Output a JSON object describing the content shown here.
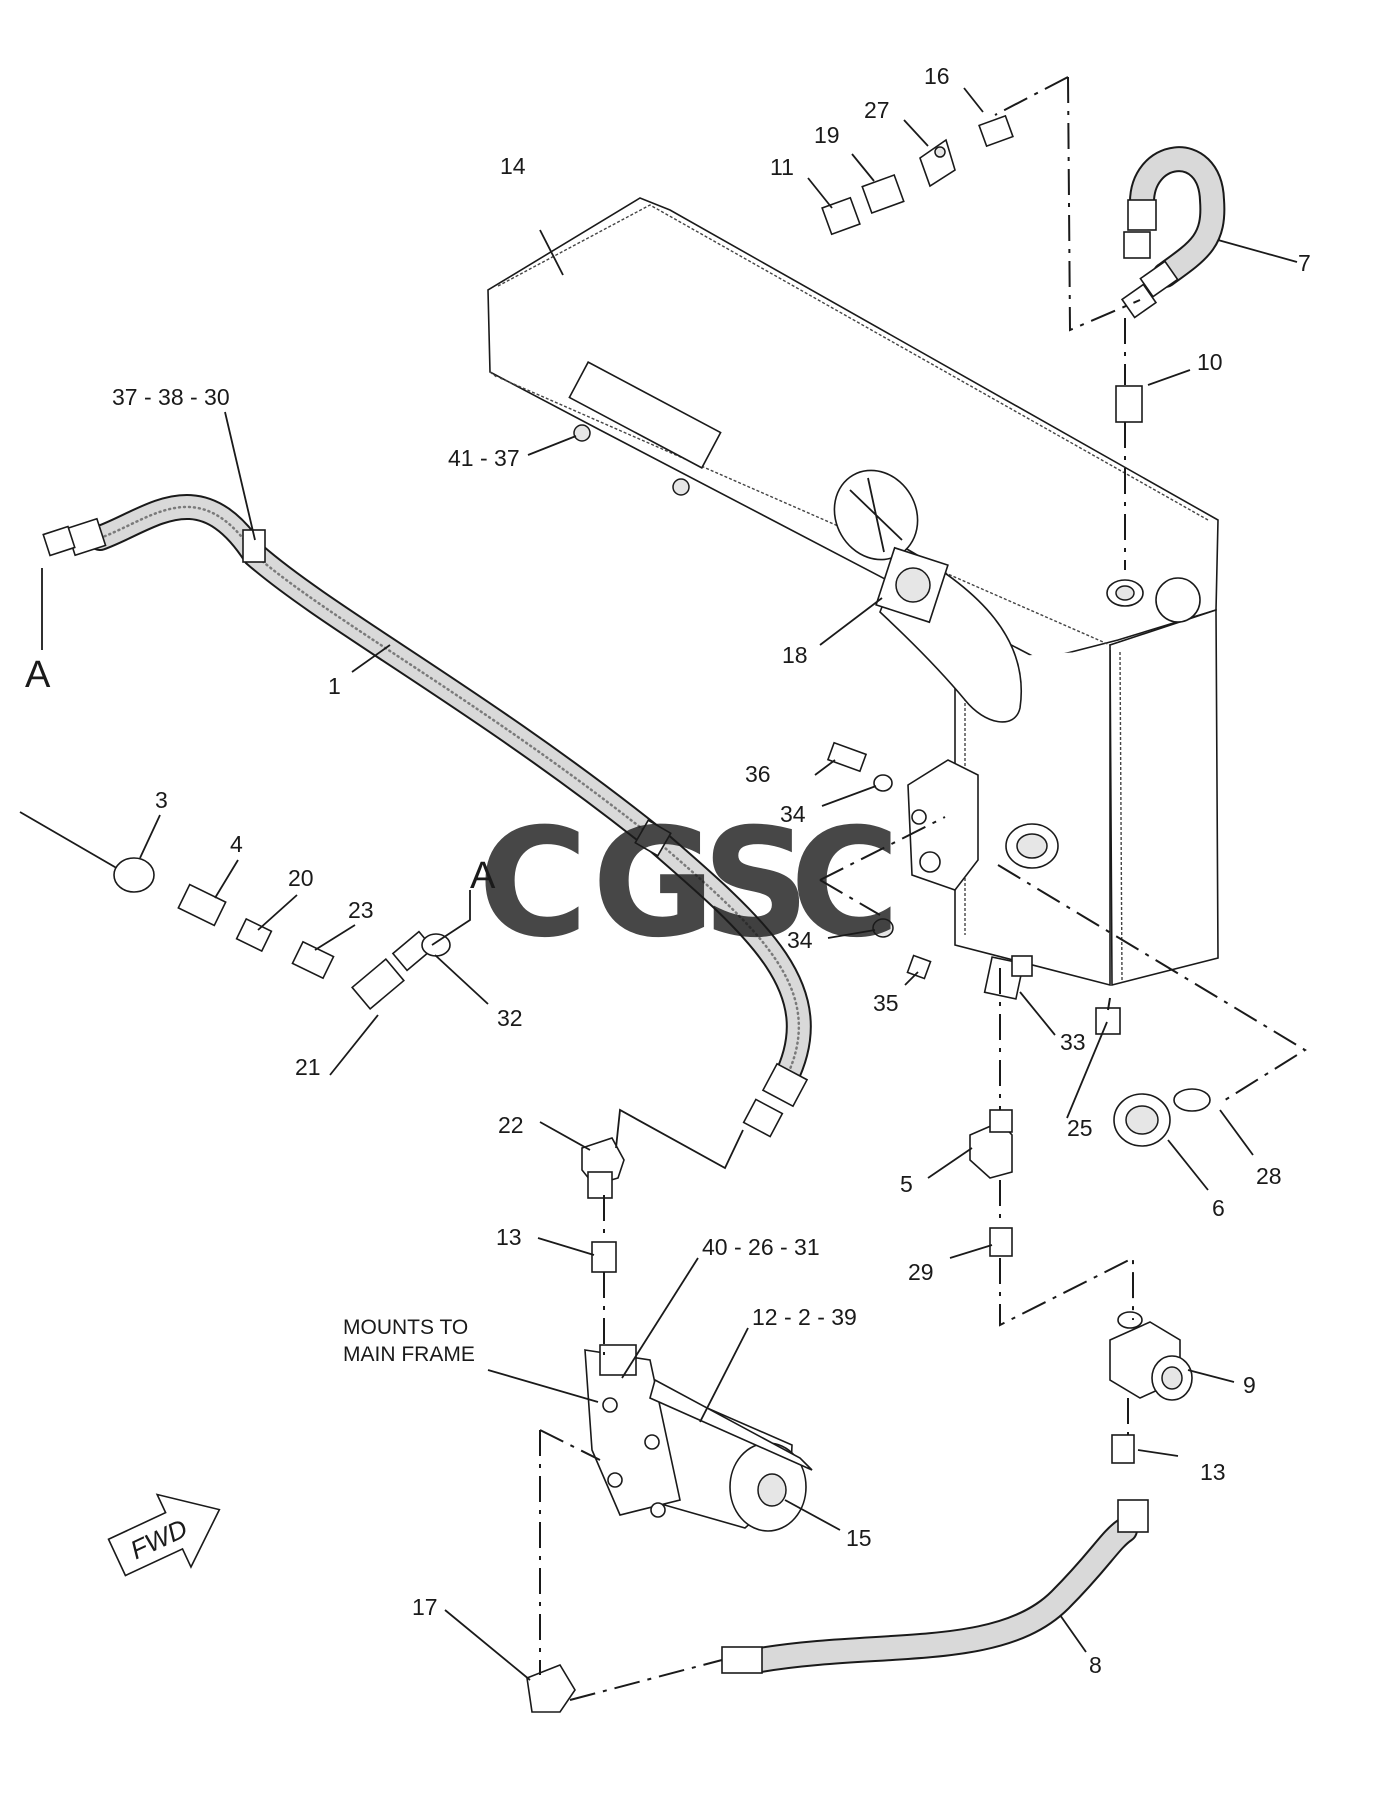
{
  "diagram": {
    "callouts": {
      "c1": "1",
      "c3": "3",
      "c4": "4",
      "c5": "5",
      "c6": "6",
      "c7": "7",
      "c8": "8",
      "c9": "9",
      "c10": "10",
      "c11": "11",
      "c13a": "13",
      "c13b": "13",
      "c14": "14",
      "c15": "15",
      "c16": "16",
      "c17": "17",
      "c18": "18",
      "c19": "19",
      "c20": "20",
      "c21": "21",
      "c22": "22",
      "c23": "23",
      "c25": "25",
      "c27": "27",
      "c28": "28",
      "c29": "29",
      "c32": "32",
      "c33": "33",
      "c34a": "34",
      "c34b": "34",
      "c35": "35",
      "c36": "36",
      "c37_38_30": "37 - 38 - 30",
      "c41_37": "41 - 37",
      "c40_26_31": "40 - 26 - 31",
      "c12_2_39": "12 - 2 - 39"
    },
    "view_marker_a1": "A",
    "view_marker_a2": "A",
    "mounts_note_line1": "MOUNTS TO",
    "mounts_note_line2": "MAIN FRAME",
    "fwd_arrow": "FWD",
    "watermark": {
      "letters": [
        "C",
        "G",
        "S",
        "C"
      ],
      "colors": [
        "#4a86e8",
        "#e06666",
        "#f1c232",
        "#6aa84f"
      ]
    }
  }
}
